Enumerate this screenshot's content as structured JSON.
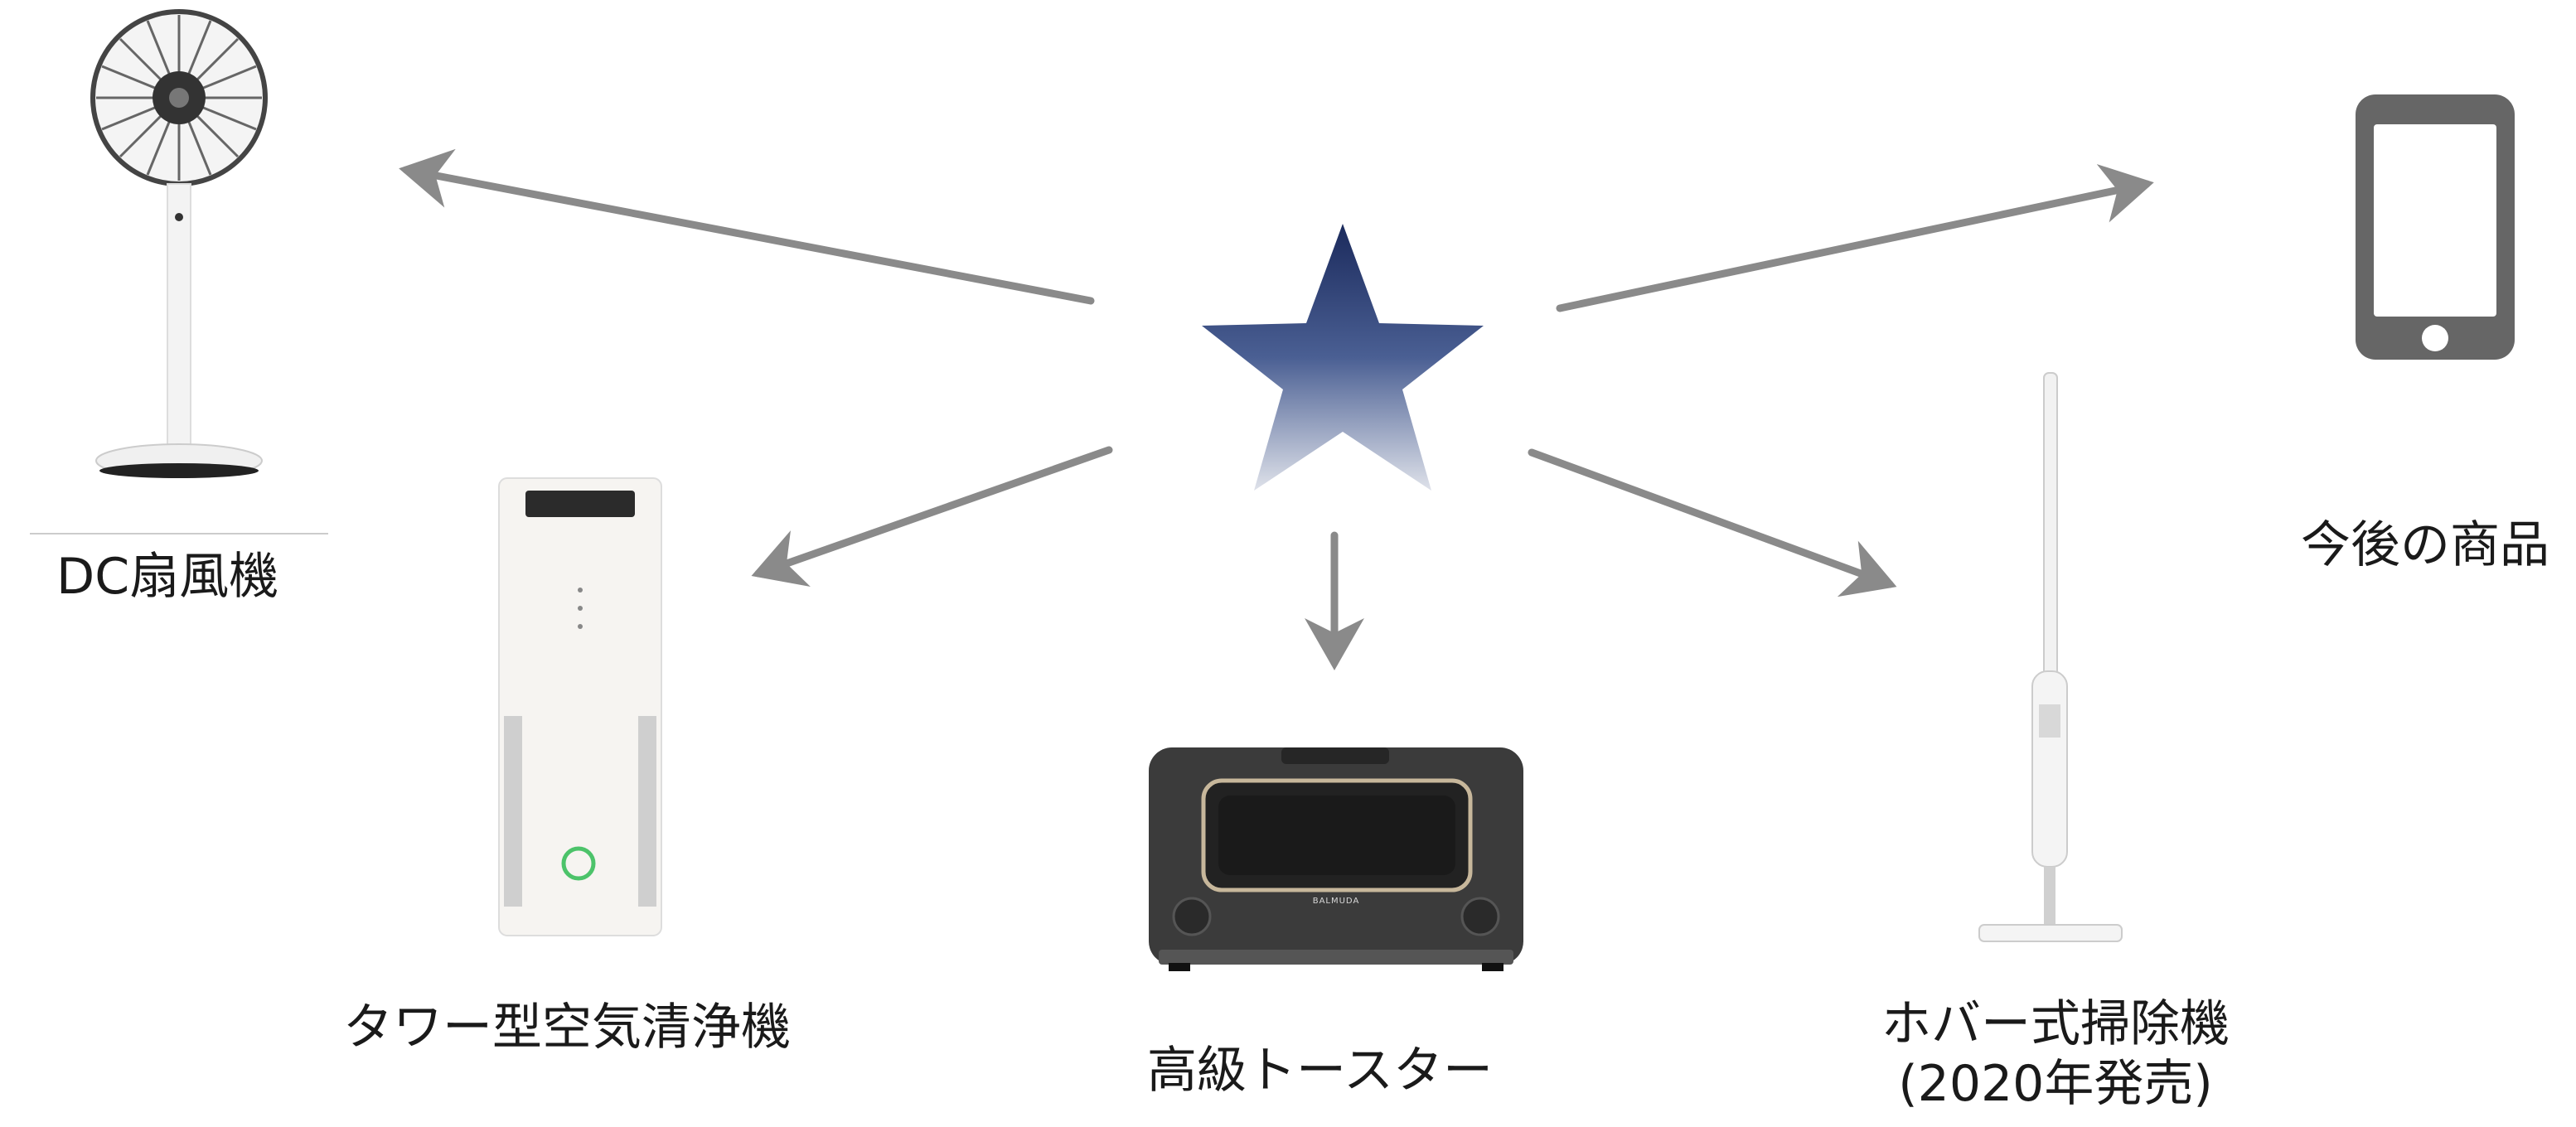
{
  "center": {
    "icon": "star-icon",
    "gradient_top": "#1b2a5c",
    "gradient_bottom": "#d9dde8"
  },
  "arrow_color": "#8a8a8a",
  "products": {
    "fan": {
      "label": "DC扇風機",
      "icon": "standing-fan-icon"
    },
    "purifier": {
      "label": "タワー型空気清浄機",
      "icon": "air-purifier-icon",
      "indicator_color": "#4cc36a"
    },
    "toaster": {
      "label": "高級トースター",
      "icon": "toaster-icon",
      "brand": "BALMUDA",
      "body_color": "#3b3b3b"
    },
    "vacuum": {
      "label": "ホバー式掃除機",
      "label2": "(2020年発売)",
      "icon": "stick-vacuum-icon"
    },
    "future": {
      "label": "今後の商品",
      "icon": "smartphone-icon",
      "body_color": "#666666"
    }
  }
}
